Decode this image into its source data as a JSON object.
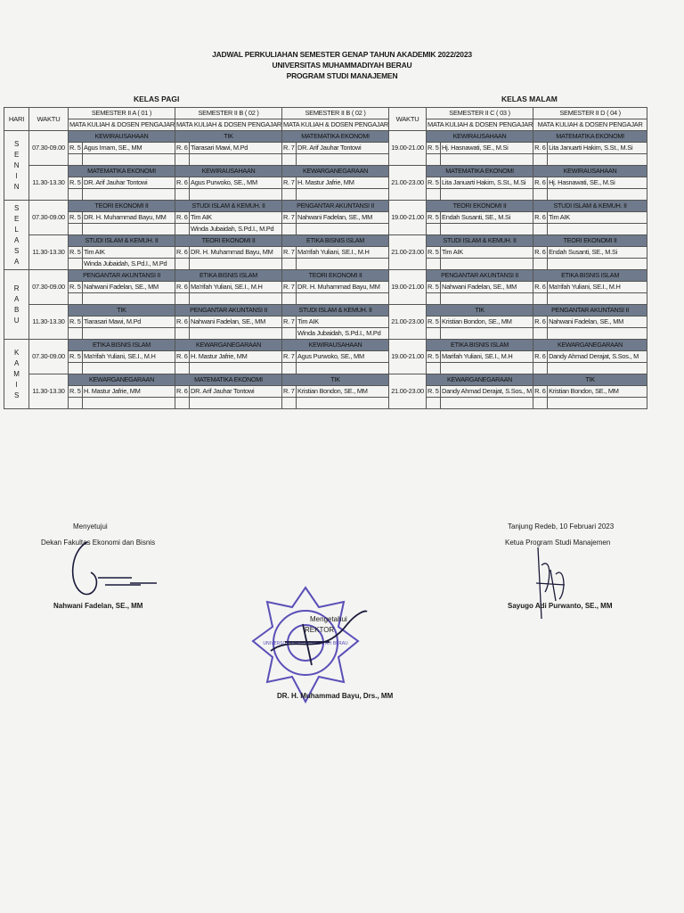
{
  "header": {
    "line1": "JADWAL PERKULIAHAN SEMESTER GENAP TAHUN AKADEMIK 2022/2023",
    "line2": "UNIVERSITAS MUHAMMADIYAH BERAU",
    "line3": "PROGRAM STUDI MANAJEMEN",
    "kelas_pagi": "KELAS PAGI",
    "kelas_malam": "KELAS MALAM"
  },
  "columns": {
    "hari": "HARI",
    "waktu": "WAKTU",
    "sem_2a": "SEMESTER II A ( 01 )",
    "sem_2b_1": "SEMESTER II B ( 02 )",
    "sem_2b_2": "SEMESTER II B ( 02 )",
    "sem_2c": "SEMESTER II C ( 03 )",
    "sem_2d": "SEMESTER II D ( 04 )",
    "sub": "MATA KULIAH & DOSEN PENGAJAR"
  },
  "days": {
    "senin": [
      "S",
      "E",
      "N",
      "I",
      "N"
    ],
    "selasa": [
      "S",
      "E",
      "L",
      "A",
      "S",
      "A"
    ],
    "rabu": [
      "R",
      "A",
      "B",
      "U"
    ],
    "kamis": [
      "K",
      "A",
      "M",
      "I",
      "S"
    ]
  },
  "times": {
    "m1": "07.30-09.00",
    "m2": "11.30-13.30",
    "e1": "19.00-21.00",
    "e2": "21.00-23.00"
  },
  "senin1": {
    "s": [
      "KEWIRAUSAHAAN",
      "TIK",
      "MATEMATIKA EKONOMI",
      "KEWIRAUSAHAAN",
      "MATEMATIKA EKONOMI"
    ],
    "r": [
      "R. 5",
      "R. 6",
      "R. 7",
      "R. 5",
      "R. 6"
    ],
    "d": [
      "Agus Imam, SE., MM",
      "Tiarasari Mawi, M.Pd",
      "DR. Arif Jauhar Tontowi",
      "Hj. Hasnawati, SE., M.Si",
      "Lita Januarti Hakim, S.St., M.Si"
    ]
  },
  "senin2": {
    "s": [
      "MATEMATIKA EKONOMI",
      "KEWIRAUSAHAAN",
      "KEWARGANEGARAAN",
      "MATEMATIKA EKONOMI",
      "KEWIRAUSAHAAN"
    ],
    "r": [
      "R. 5",
      "R. 6",
      "R. 7",
      "R. 5",
      "R. 6"
    ],
    "d": [
      "DR. Arif Jauhar Tontowi",
      "Agus Purwoko, SE., MM",
      "H. Mastur Jafrie, MM",
      "Lita Januarti Hakim, S.St., M.Si",
      "Hj. Hasnawati, SE., M.Si"
    ]
  },
  "selasa1": {
    "s": [
      "TEORI EKONOMI II",
      "STUDI ISLAM & KEMUH. II",
      "PENGANTAR AKUNTANSI II",
      "TEORI EKONOMI II",
      "STUDI ISLAM & KEMUH. II"
    ],
    "r": [
      "R. 5",
      "R. 6",
      "R. 7",
      "R. 5",
      "R. 6"
    ],
    "d": [
      "DR. H. Muhammad Bayu, MM",
      "Tim AIK",
      "Nahwani Fadelan, SE., MM",
      "Endah Susanti, SE., M.Si",
      "Tim AIK"
    ],
    "extra": "Winda Jubaidah, S.Pd.I., M.Pd"
  },
  "selasa2": {
    "s": [
      "STUDI ISLAM & KEMUH. II",
      "TEORI EKONOMI II",
      "ETIKA BISNIS ISLAM",
      "STUDI ISLAM & KEMUH. II",
      "TEORI EKONOMI II"
    ],
    "r": [
      "R. 5",
      "R. 6",
      "R. 7",
      "R. 5",
      "R. 6"
    ],
    "d": [
      "Tim AIK",
      "DR. H. Muhammad Bayu, MM",
      "Ma'rifah Yuliani, SE.I., M.H",
      "Tim AIK",
      "Endah Susanti, SE., M.Si"
    ],
    "extra": "Winda Jubaidah, S.Pd.I., M.Pd"
  },
  "rabu1": {
    "s": [
      "PENGANTAR AKUNTANSI II",
      "ETIKA BISNIS ISLAM",
      "TEORI EKONOMI II",
      "PENGANTAR AKUNTANSI II",
      "ETIKA BISNIS ISLAM"
    ],
    "r": [
      "R. 5",
      "R. 6",
      "R. 7",
      "R. 5",
      "R. 6"
    ],
    "d": [
      "Nahwani Fadelan, SE., MM",
      "Ma'rifah Yuliani, SE.I., M.H",
      "DR. H. Muhammad Bayu, MM",
      "Nahwani Fadelan, SE., MM",
      "Ma'rifah Yuliani, SE.I., M.H"
    ]
  },
  "rabu2": {
    "s": [
      "TIK",
      "PENGANTAR AKUNTANSI II",
      "STUDI ISLAM & KEMUH. II",
      "TIK",
      "PENGANTAR AKUNTANSI II"
    ],
    "r": [
      "R. 5",
      "R. 6",
      "R. 7",
      "R. 5",
      "R. 6"
    ],
    "d": [
      "Tiarasari Mawi, M.Pd",
      "Nahwani Fadelan, SE., MM",
      "Tim AIK",
      "Kristian Bondon, SE., MM",
      "Nahwani Fadelan, SE., MM"
    ],
    "extra": "Winda Jubaidah, S.Pd.I., M.Pd"
  },
  "kamis1": {
    "s": [
      "ETIKA BISNIS ISLAM",
      "KEWARGANEGARAAN",
      "KEWIRAUSAHAAN",
      "ETIKA BISNIS ISLAM",
      "KEWARGANEGARAAN"
    ],
    "r": [
      "R. 5",
      "R. 6",
      "R. 7",
      "R. 5",
      "R. 6"
    ],
    "d": [
      "Ma'rifah Yuliani, SE.I., M.H",
      "H. Mastur Jafrie, MM",
      "Agus Purwoko, SE., MM",
      "Marifah Yuliani, SE.I., M.H",
      "Dandy Ahmad Derajat, S.Sos., M"
    ]
  },
  "kamis2": {
    "s": [
      "KEWARGANEGARAAN",
      "MATEMATIKA EKONOMI",
      "TIK",
      "KEWARGANEGARAAN",
      "TIK"
    ],
    "r": [
      "R. 5",
      "R. 6",
      "R. 7",
      "R. 5",
      "R. 6"
    ],
    "d": [
      "H. Mastur Jafrie, MM",
      "DR. Arif Jauhar Tontowi",
      "Kristian Bondon, SE., MM",
      "Dandy Ahmad Derajat, S.Sos., M",
      "Kristian Bondon, SE., MM"
    ]
  },
  "signatures": {
    "left_title1": "Menyetujui",
    "left_title2": "Dekan Fakultas Ekonomi dan Bisnis",
    "left_name": "Nahwani Fadelan, SE., MM",
    "right_title1": "Tanjung Redeb, 10 Februari 2023",
    "right_title2": "Ketua Program Studi Manajemen",
    "right_name": "Sayugo Adi Purwanto, SE., MM",
    "center_title1": "Mengetahui",
    "center_title2": "REKTOR",
    "center_name": "DR. H. Muhammad Bayu, Drs., MM",
    "stamp_text": "UNIVERSITAS MUHAMMADIYAH BERAU"
  },
  "colors": {
    "subject_band": "#6f7b8c",
    "stamp": "#5a4fb8",
    "signature": "#1a1a3a"
  }
}
